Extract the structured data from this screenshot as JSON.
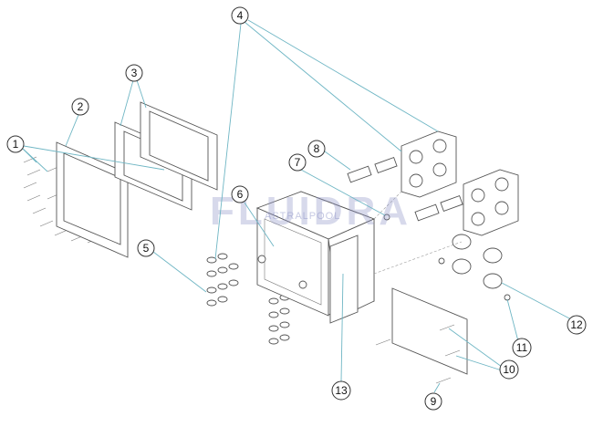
{
  "watermark": {
    "brand": "FLUIDRA",
    "sub": "ASTRALPOOL"
  },
  "callouts": [
    "1",
    "2",
    "3",
    "4",
    "5",
    "6",
    "7",
    "8",
    "9",
    "10",
    "11",
    "12",
    "13"
  ]
}
